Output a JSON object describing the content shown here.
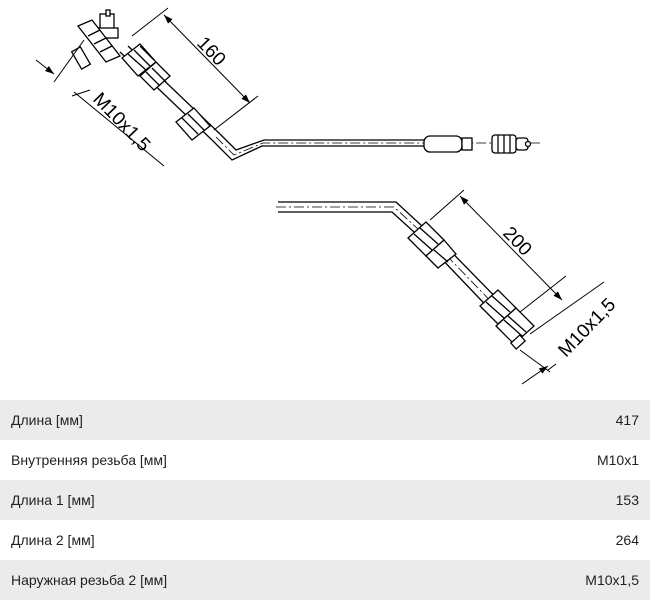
{
  "drawing": {
    "dim_hose1_length": "160",
    "dim_hose1_thread": "M10x1,5",
    "dim_hose2_length": "200",
    "dim_hose2_thread": "M10x1,5"
  },
  "specs": [
    {
      "label": "Длина [мм]",
      "value": "417"
    },
    {
      "label": "Внутренняя резьба [мм]",
      "value": "M10x1"
    },
    {
      "label": "Длина 1 [мм]",
      "value": "153"
    },
    {
      "label": "Длина 2 [мм]",
      "value": "264"
    },
    {
      "label": "Наружная резьба 2 [мм]",
      "value": "M10x1,5"
    }
  ]
}
